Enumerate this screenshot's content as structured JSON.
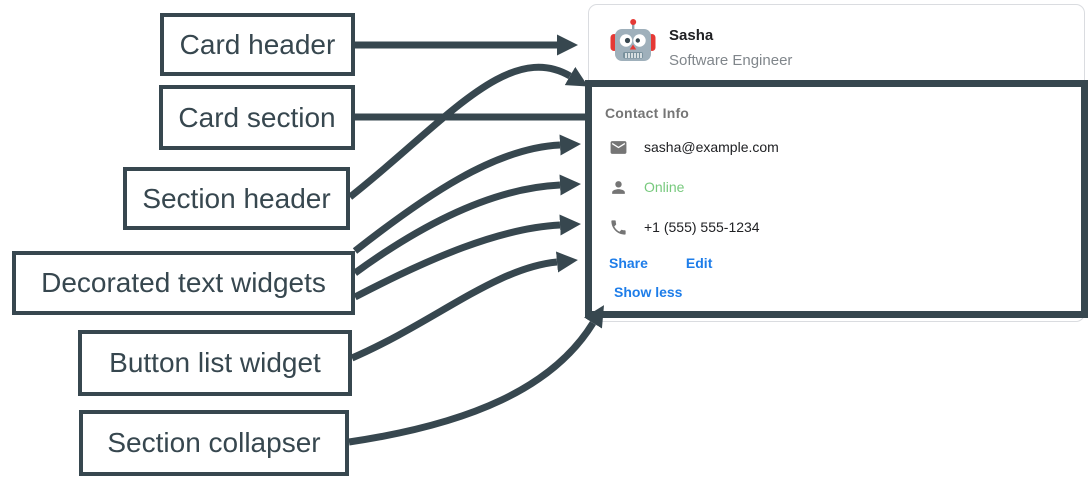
{
  "annotations": {
    "labels": [
      {
        "id": "card-header",
        "text": "Card header"
      },
      {
        "id": "card-section",
        "text": "Card section"
      },
      {
        "id": "section-header",
        "text": "Section header"
      },
      {
        "id": "decorated-text-widgets",
        "text": "Decorated text widgets"
      },
      {
        "id": "button-list-widget",
        "text": "Button list widget"
      },
      {
        "id": "section-collapser",
        "text": "Section collapser"
      }
    ]
  },
  "card": {
    "header": {
      "avatar_icon": "robot-avatar-icon",
      "name": "Sasha",
      "subtitle": "Software Engineer"
    },
    "section": {
      "header": "Contact Info",
      "widgets": [
        {
          "icon": "mail-icon",
          "text": "sasha@example.com"
        },
        {
          "icon": "person-icon",
          "text": "Online"
        },
        {
          "icon": "phone-icon",
          "text": "+1 (555) 555-1234"
        }
      ],
      "buttons": [
        {
          "label": "Share"
        },
        {
          "label": "Edit"
        }
      ],
      "collapser": {
        "label": "Show less"
      }
    }
  },
  "colors": {
    "annotation_slate": "#37474F",
    "card_border": "#DADCE0",
    "muted_text": "#757575",
    "primary_text": "#202124",
    "link_blue": "#1E7DE9",
    "online_green": "#77C97D",
    "icon_gray": "#757575"
  }
}
